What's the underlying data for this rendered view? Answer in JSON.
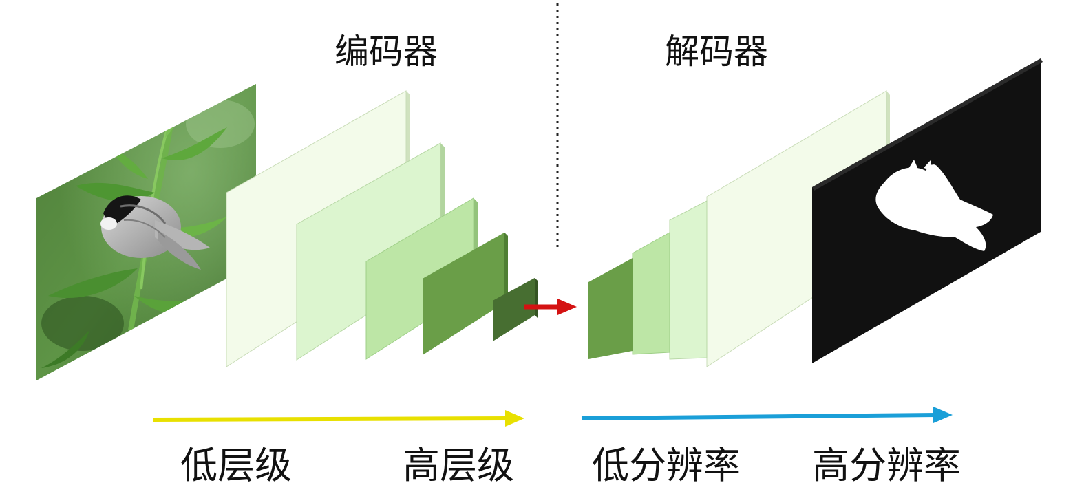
{
  "encoder": {
    "title": "编码器",
    "start_label": "低层级",
    "end_label": "高层级",
    "arrow_color": "#e8e000"
  },
  "decoder": {
    "title": "解码器",
    "start_label": "低分辨率",
    "end_label": "高分辨率",
    "arrow_color": "#1a9fd8"
  },
  "bottleneck_arrow_color": "#d41212",
  "divider": {
    "style": "dotted",
    "color": "#222222"
  },
  "input_image": {
    "subject": "bird",
    "background": "green-foliage"
  },
  "output_mask": {
    "subject": "bird-silhouette",
    "foreground": "#ffffff",
    "background": "#111111"
  },
  "layer_colors": {
    "lightest": "#f3fbea",
    "light": "#dcf5cf",
    "medium": "#bde6a6",
    "dark": "#6a9e48",
    "darkest": "#476e31"
  }
}
